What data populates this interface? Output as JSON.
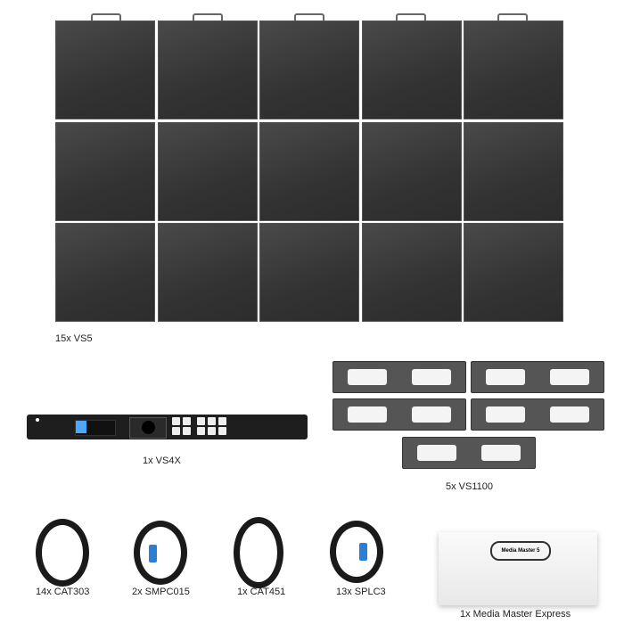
{
  "items": [
    {
      "label": "15x VS5"
    },
    {
      "label": "1x VS4X"
    },
    {
      "label": "5x VS1100"
    },
    {
      "label": "14x CAT303"
    },
    {
      "label": "2x SMPC015"
    },
    {
      "label": "1x CAT451"
    },
    {
      "label": "13x SPLC3"
    },
    {
      "label": "1x Media Master Express"
    }
  ],
  "logo_text": "Media Master 5",
  "colors": {
    "panel": "#333333",
    "connector_blue": "#2a7fd4",
    "display": "#4aa8ff"
  }
}
